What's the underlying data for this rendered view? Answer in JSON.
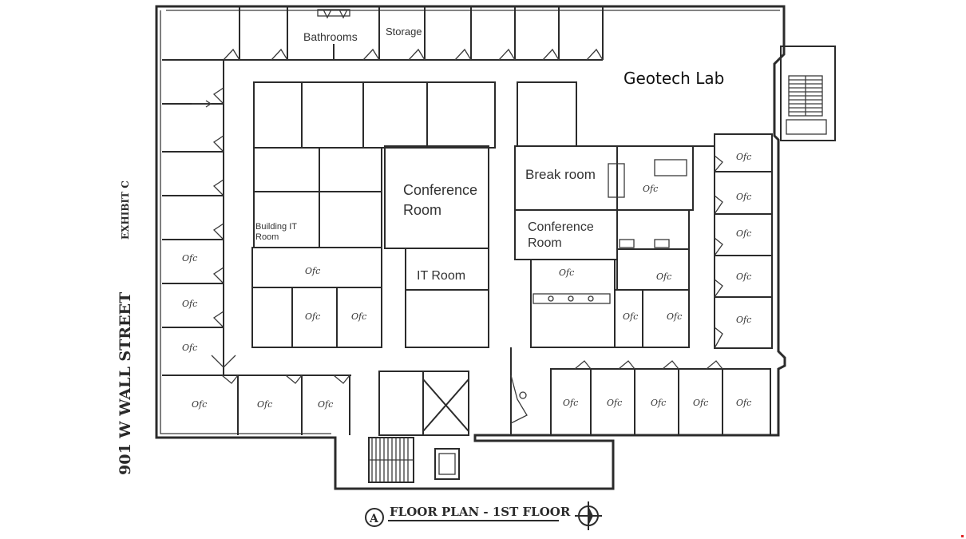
{
  "labels": {
    "bathrooms": "Bathrooms",
    "storage": "Storage",
    "geotech_lab": "Geotech Lab",
    "conference_room_1_line1": "Conference",
    "conference_room_1_line2": "Room",
    "break_room": "Break room",
    "conference_room_2_line1": "Conference",
    "conference_room_2_line2": "Room",
    "building_it_line1": "Building IT",
    "building_it_line2": "Room",
    "it_room": "IT Room"
  },
  "margin_text": {
    "exhibit": "EXHIBIT C",
    "street": "901 W WALL STREET"
  },
  "title": {
    "marker": "A",
    "text": "FLOOR PLAN - 1ST FLOOR"
  },
  "office_mark": "Ofc"
}
